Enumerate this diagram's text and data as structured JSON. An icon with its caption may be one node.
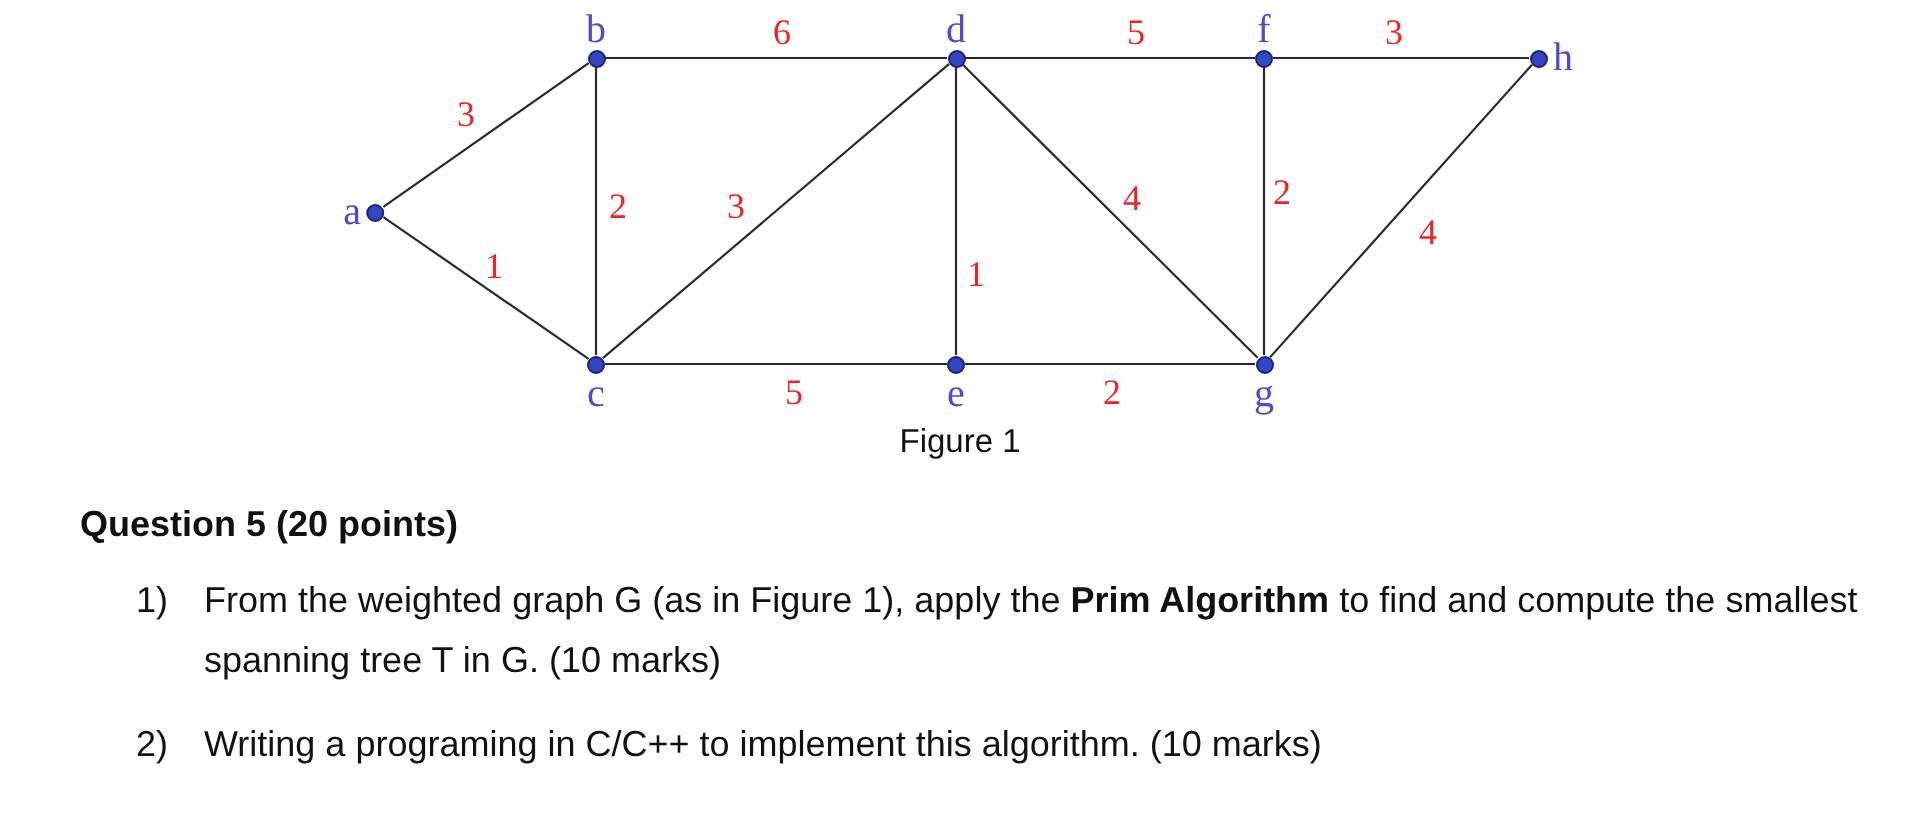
{
  "diagram": {
    "title": "Question 5 (20 points)",
    "caption": "Figure 1",
    "nodes": [
      {
        "text": [
          "a"
        ]
      },
      {
        "text": [
          "b"
        ]
      },
      {
        "text": [
          "c"
        ]
      },
      {
        "text": [
          "d"
        ]
      },
      {
        "text": [
          "e"
        ]
      },
      {
        "text": [
          "f"
        ]
      },
      {
        "text": [
          "g"
        ]
      },
      {
        "text": [
          "h"
        ]
      }
    ],
    "edges": [
      {
        "from": 0,
        "to": 1,
        "arrow": "none",
        "label": "3"
      },
      {
        "from": 0,
        "to": 2,
        "arrow": "none",
        "label": "1"
      },
      {
        "from": 1,
        "to": 3,
        "arrow": "none",
        "label": "6"
      },
      {
        "from": 1,
        "to": 2,
        "arrow": "none",
        "label": "2"
      },
      {
        "from": 2,
        "to": 3,
        "arrow": "none",
        "label": "3"
      },
      {
        "from": 2,
        "to": 4,
        "arrow": "none",
        "label": "5"
      },
      {
        "from": 3,
        "to": 4,
        "arrow": "none",
        "label": "1"
      },
      {
        "from": 3,
        "to": 5,
        "arrow": "none",
        "label": "5"
      },
      {
        "from": 3,
        "to": 6,
        "arrow": "none",
        "label": "4"
      },
      {
        "from": 4,
        "to": 6,
        "arrow": "none",
        "label": "2"
      },
      {
        "from": 5,
        "to": 7,
        "arrow": "none",
        "label": "3"
      },
      {
        "from": 5,
        "to": 6,
        "arrow": "none",
        "label": "2"
      },
      {
        "from": 6,
        "to": 7,
        "arrow": "none",
        "label": "4"
      }
    ],
    "labels": [
      "1)",
      "From the weighted graph G (as in Figure 1), apply the **Prim Algorithm** to find and compute the smallest spanning tree T in G. (10 marks)",
      "2)",
      "Writing a programing in C/C++ to implement this algorithm. (10 marks)"
    ]
  }
}
